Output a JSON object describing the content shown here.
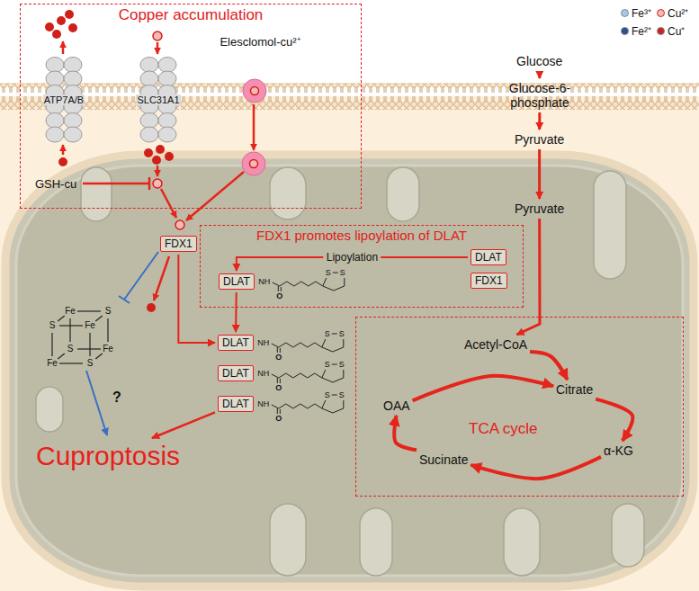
{
  "diagram": {
    "nodes": [
      {
        "text": [
          "Copper accumulation"
        ]
      },
      {
        "text": [
          "ATP7A/B"
        ],
        "in": 0
      },
      {
        "text": [
          "SLC31A1"
        ],
        "in": 0
      },
      {
        "text": [
          "Elesclomol-cu²⁺"
        ],
        "in": 0
      },
      {
        "text": [
          "Glucose"
        ]
      },
      {
        "text": [
          "Glucose-6-phosphate"
        ]
      },
      {
        "text": [
          "Pyruvate"
        ]
      },
      {
        "text": [
          "Pyruvate"
        ]
      },
      {
        "text": [
          "FDX1"
        ]
      },
      {
        "text": [
          "FDX1 promotes lipoylation of DLAT"
        ]
      },
      {
        "text": [
          "DLAT"
        ],
        "in": 9
      },
      {
        "text": [
          "DLAT"
        ],
        "in": 9
      },
      {
        "text": [
          "FDX1"
        ],
        "in": 9
      },
      {
        "text": [
          "DLAT"
        ]
      },
      {
        "text": [
          "DLAT"
        ]
      },
      {
        "text": [
          "DLAT"
        ]
      },
      {
        "text": [
          "Cuproptosis"
        ]
      },
      {
        "text": [
          "TCA cycle"
        ]
      },
      {
        "text": [
          "Acetyl-CoA"
        ],
        "in": 17
      },
      {
        "text": [
          "Citrate"
        ],
        "in": 17
      },
      {
        "text": [
          "α-KG"
        ],
        "in": 17
      },
      {
        "text": [
          "Sucinate"
        ],
        "in": 17
      },
      {
        "text": [
          "OAA"
        ],
        "in": 17
      }
    ],
    "edges": [
      {
        "from": 4,
        "to": 5,
        "arrow": "to"
      },
      {
        "from": 5,
        "to": 6,
        "arrow": "to"
      },
      {
        "from": 6,
        "to": 7,
        "arrow": "to"
      },
      {
        "from": 7,
        "to": 18,
        "arrow": "to"
      },
      {
        "from": 11,
        "to": 10,
        "label": "Lipoylation",
        "arrow": "to"
      },
      {
        "from": 10,
        "to": 13,
        "arrow": "to"
      },
      {
        "from": 8,
        "to": 13,
        "arrow": "to"
      },
      {
        "from": 15,
        "to": 16,
        "arrow": "to"
      },
      {
        "from": 22,
        "to": 19,
        "arrow": "to"
      },
      {
        "from": 18,
        "to": 19,
        "arrow": "to"
      },
      {
        "from": 19,
        "to": 20,
        "arrow": "to"
      },
      {
        "from": 20,
        "to": 21,
        "arrow": "to"
      },
      {
        "from": 21,
        "to": 22,
        "arrow": "to"
      }
    ],
    "labels": [
      "GSH-cu",
      "?",
      "NH",
      "O",
      "S",
      "S",
      "NH",
      "O",
      "S",
      "S",
      "NH",
      "O",
      "S",
      "S",
      "NH",
      "O",
      "S",
      "S",
      "S",
      "Fe",
      "S",
      "Fe",
      "Fe",
      "S",
      "Fe",
      "S"
    ],
    "legend": [
      {
        "text": "Fe³⁺",
        "color": "#a9c6e6"
      },
      {
        "text": "Cu²⁺",
        "color": "#f6b9b4"
      },
      {
        "text": "Fe²⁺",
        "color": "#2f4f8a"
      },
      {
        "text": "Cu⁺",
        "color": "#d0201a"
      }
    ]
  }
}
